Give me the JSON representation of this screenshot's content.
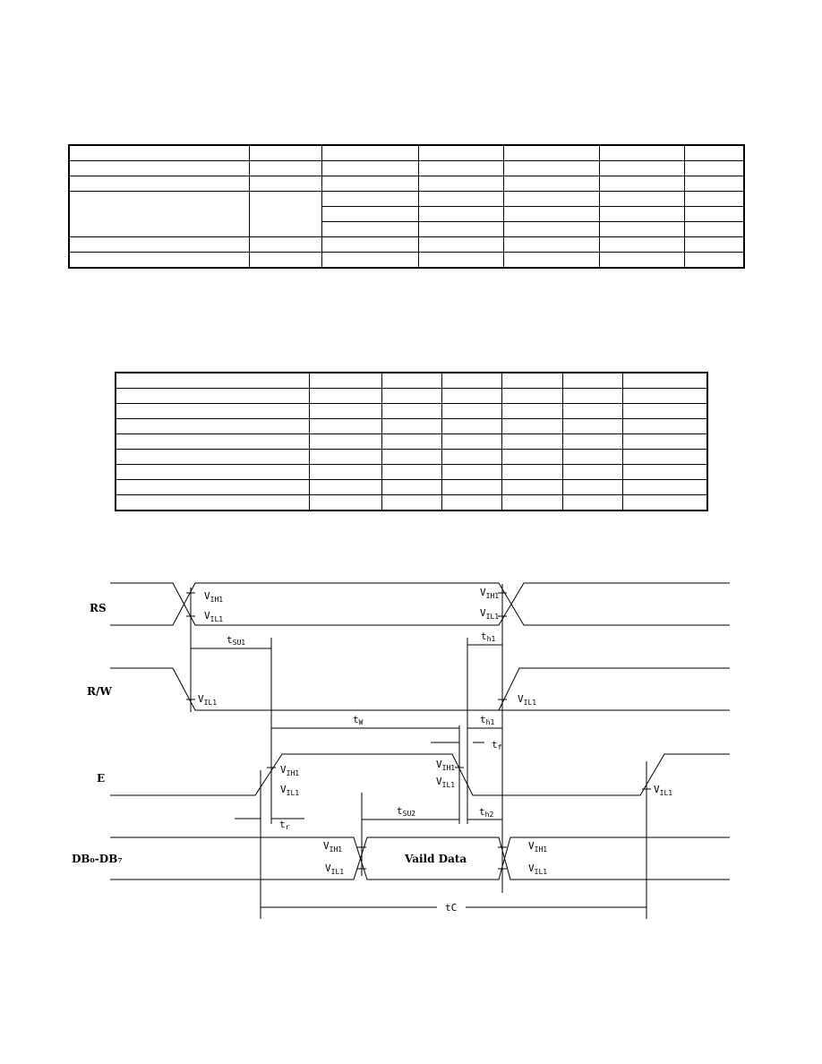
{
  "signals": {
    "rs": "RS",
    "rw": "R/W",
    "e": "E",
    "db": "DB₀-DB₇"
  },
  "labels": {
    "v": "V",
    "ih1": "IH1",
    "il1": "IL1",
    "t": "t",
    "su1": "SU1",
    "su2": "SU2",
    "h1": "h1",
    "h2": "h2",
    "w": "W",
    "r": "r",
    "f": "f",
    "tc": "tC",
    "valid_data": "Vaild Data"
  }
}
